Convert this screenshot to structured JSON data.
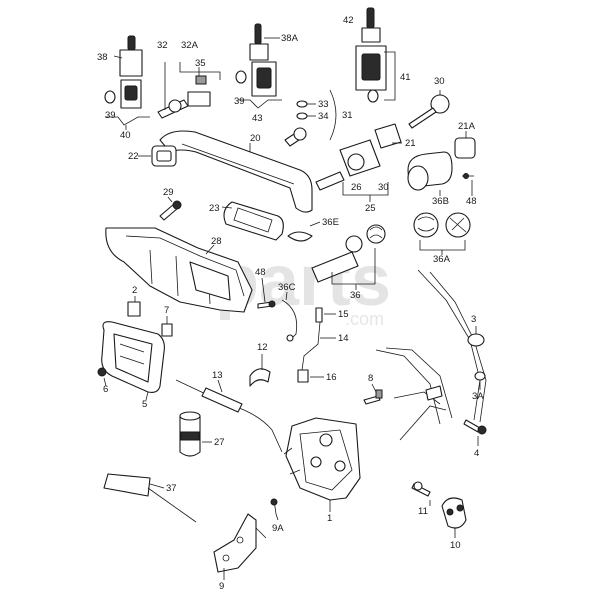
{
  "watermark": {
    "main": "parts",
    "sub": ".com"
  },
  "labels": {
    "p38": "38",
    "p32": "32",
    "p32A": "32A",
    "p35": "35",
    "p39a": "39",
    "p40": "40",
    "p38A": "38A",
    "p39b": "39",
    "p43": "43",
    "p42": "42",
    "p41": "41",
    "p30a": "30",
    "p31": "31",
    "p33": "33",
    "p34": "34",
    "p20": "20",
    "p22": "22",
    "p21": "21",
    "p21A": "21A",
    "p26": "26",
    "p30b": "30",
    "p25": "25",
    "p36B": "36B",
    "p48a": "48",
    "p29": "29",
    "p23": "23",
    "p36E": "36E",
    "p36A": "36A",
    "p28": "28",
    "p36": "36",
    "p48b": "48",
    "p36C": "36C",
    "p2": "2",
    "p7": "7",
    "p15": "15",
    "p14": "14",
    "p12": "12",
    "p16": "16",
    "p3": "3",
    "p3A": "3A",
    "p6": "6",
    "p5": "5",
    "p13": "13",
    "p8": "8",
    "p27": "27",
    "p4": "4",
    "p37": "37",
    "p11": "11",
    "p1": "1",
    "p9A": "9A",
    "p10": "10",
    "p9": "9"
  }
}
